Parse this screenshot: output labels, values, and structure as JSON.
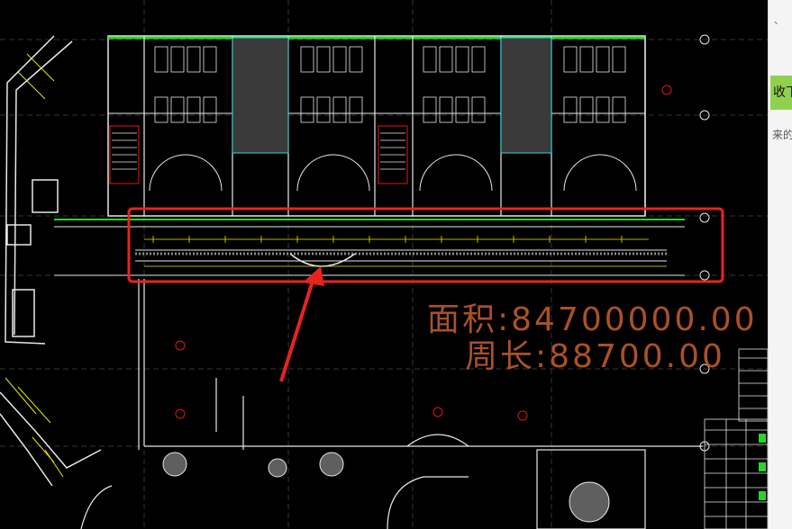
{
  "measure": {
    "area_label": "面积:84700000.00",
    "perimeter_label": "周长:88700.00"
  },
  "side_panel": {
    "tab_label": "收下",
    "hint_text": "来的",
    "dash": "、"
  },
  "colors": {
    "background": "#000000",
    "wall": "#e8e8e8",
    "highlight_box": "#e8231f",
    "arrow": "#e8231f",
    "measure_text": "#b9582a",
    "accent_green": "#28d628",
    "dimension_yellow": "#e8e800",
    "axis_red": "#e01818",
    "cyan": "#22e0e0"
  },
  "icons": {
    "arrow": "red-pointer-arrow",
    "axis_bubbles": "axis-bubble-icon"
  }
}
